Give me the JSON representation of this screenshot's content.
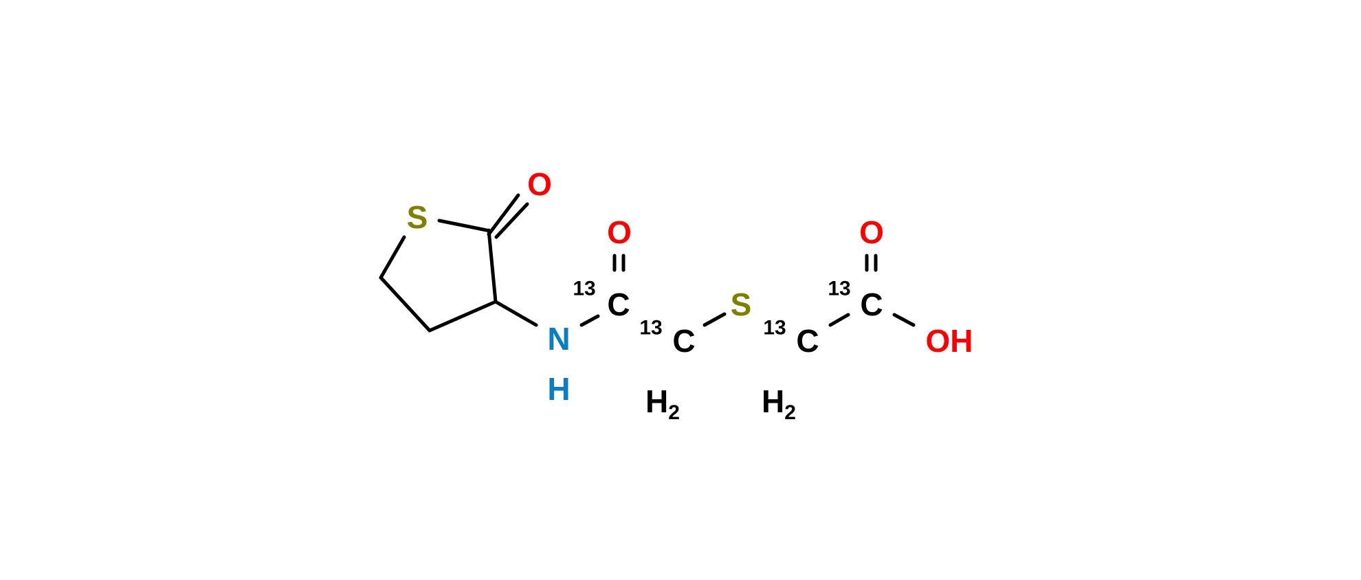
{
  "colors": {
    "carbon": "#000000",
    "oxygen": "#ff0000",
    "sulfur": "#7f7f00",
    "nitrogen": "#0a7ec2"
  },
  "atoms": {
    "ring_s": "S",
    "ring_o": "O",
    "n": "N",
    "nh": "H",
    "amide_c": "C",
    "amide_c_iso": "13",
    "amide_o": "O",
    "ch2a_c": "C",
    "ch2a_iso": "13",
    "ch2a_h": "H",
    "ch2a_sub": "2",
    "thio_s": "S",
    "ch2b_c": "C",
    "ch2b_iso": "13",
    "ch2b_h": "H",
    "ch2b_sub": "2",
    "acid_c": "C",
    "acid_c_iso": "13",
    "acid_o": "O",
    "acid_oh": "OH"
  }
}
